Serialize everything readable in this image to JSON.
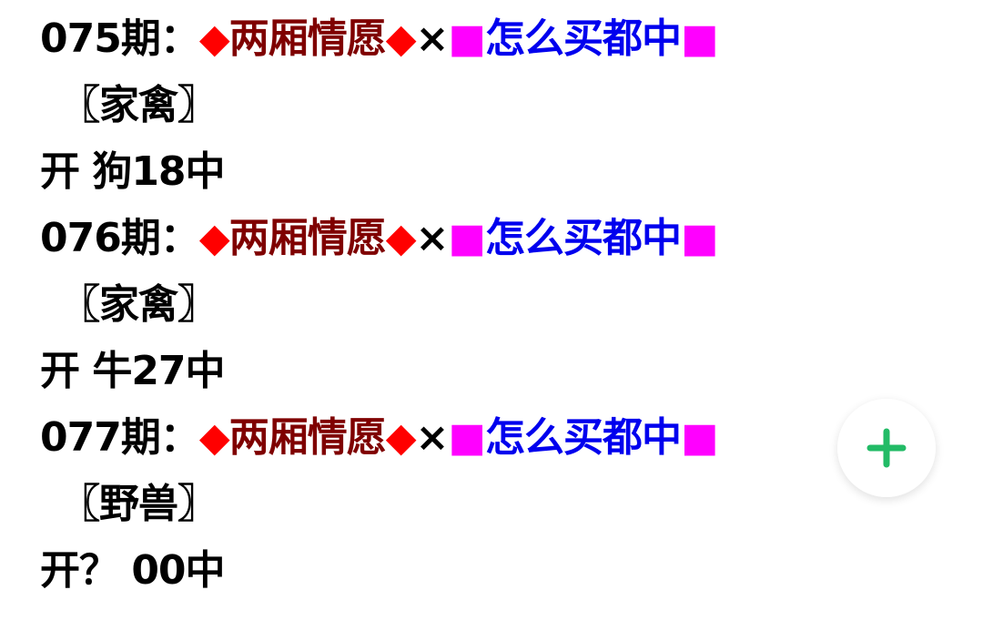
{
  "colors": {
    "title_dark_red": "#7f0000",
    "title_blue": "#0000ee",
    "diamond_red": "#ff0000",
    "square_magenta": "#ff00ff",
    "fab_plus_green": "#22bb66"
  },
  "symbols": {
    "diamond": "◆",
    "times": "×",
    "square": "■"
  },
  "records": [
    {
      "period": "075期：",
      "title_part1": "两厢情愿",
      "title_part2": "怎么买都中",
      "category": "〖家禽〗",
      "result": "开 狗18中"
    },
    {
      "period": "076期：",
      "title_part1": "两厢情愿",
      "title_part2": "怎么买都中",
      "category": "〖家禽〗",
      "result": "开 牛27中"
    },
    {
      "period": "077期：",
      "title_part1": "两厢情愿",
      "title_part2": "怎么买都中",
      "category": "〖野兽〗",
      "result": "开？ 00中"
    }
  ],
  "fab": {
    "icon": "plus-icon"
  }
}
